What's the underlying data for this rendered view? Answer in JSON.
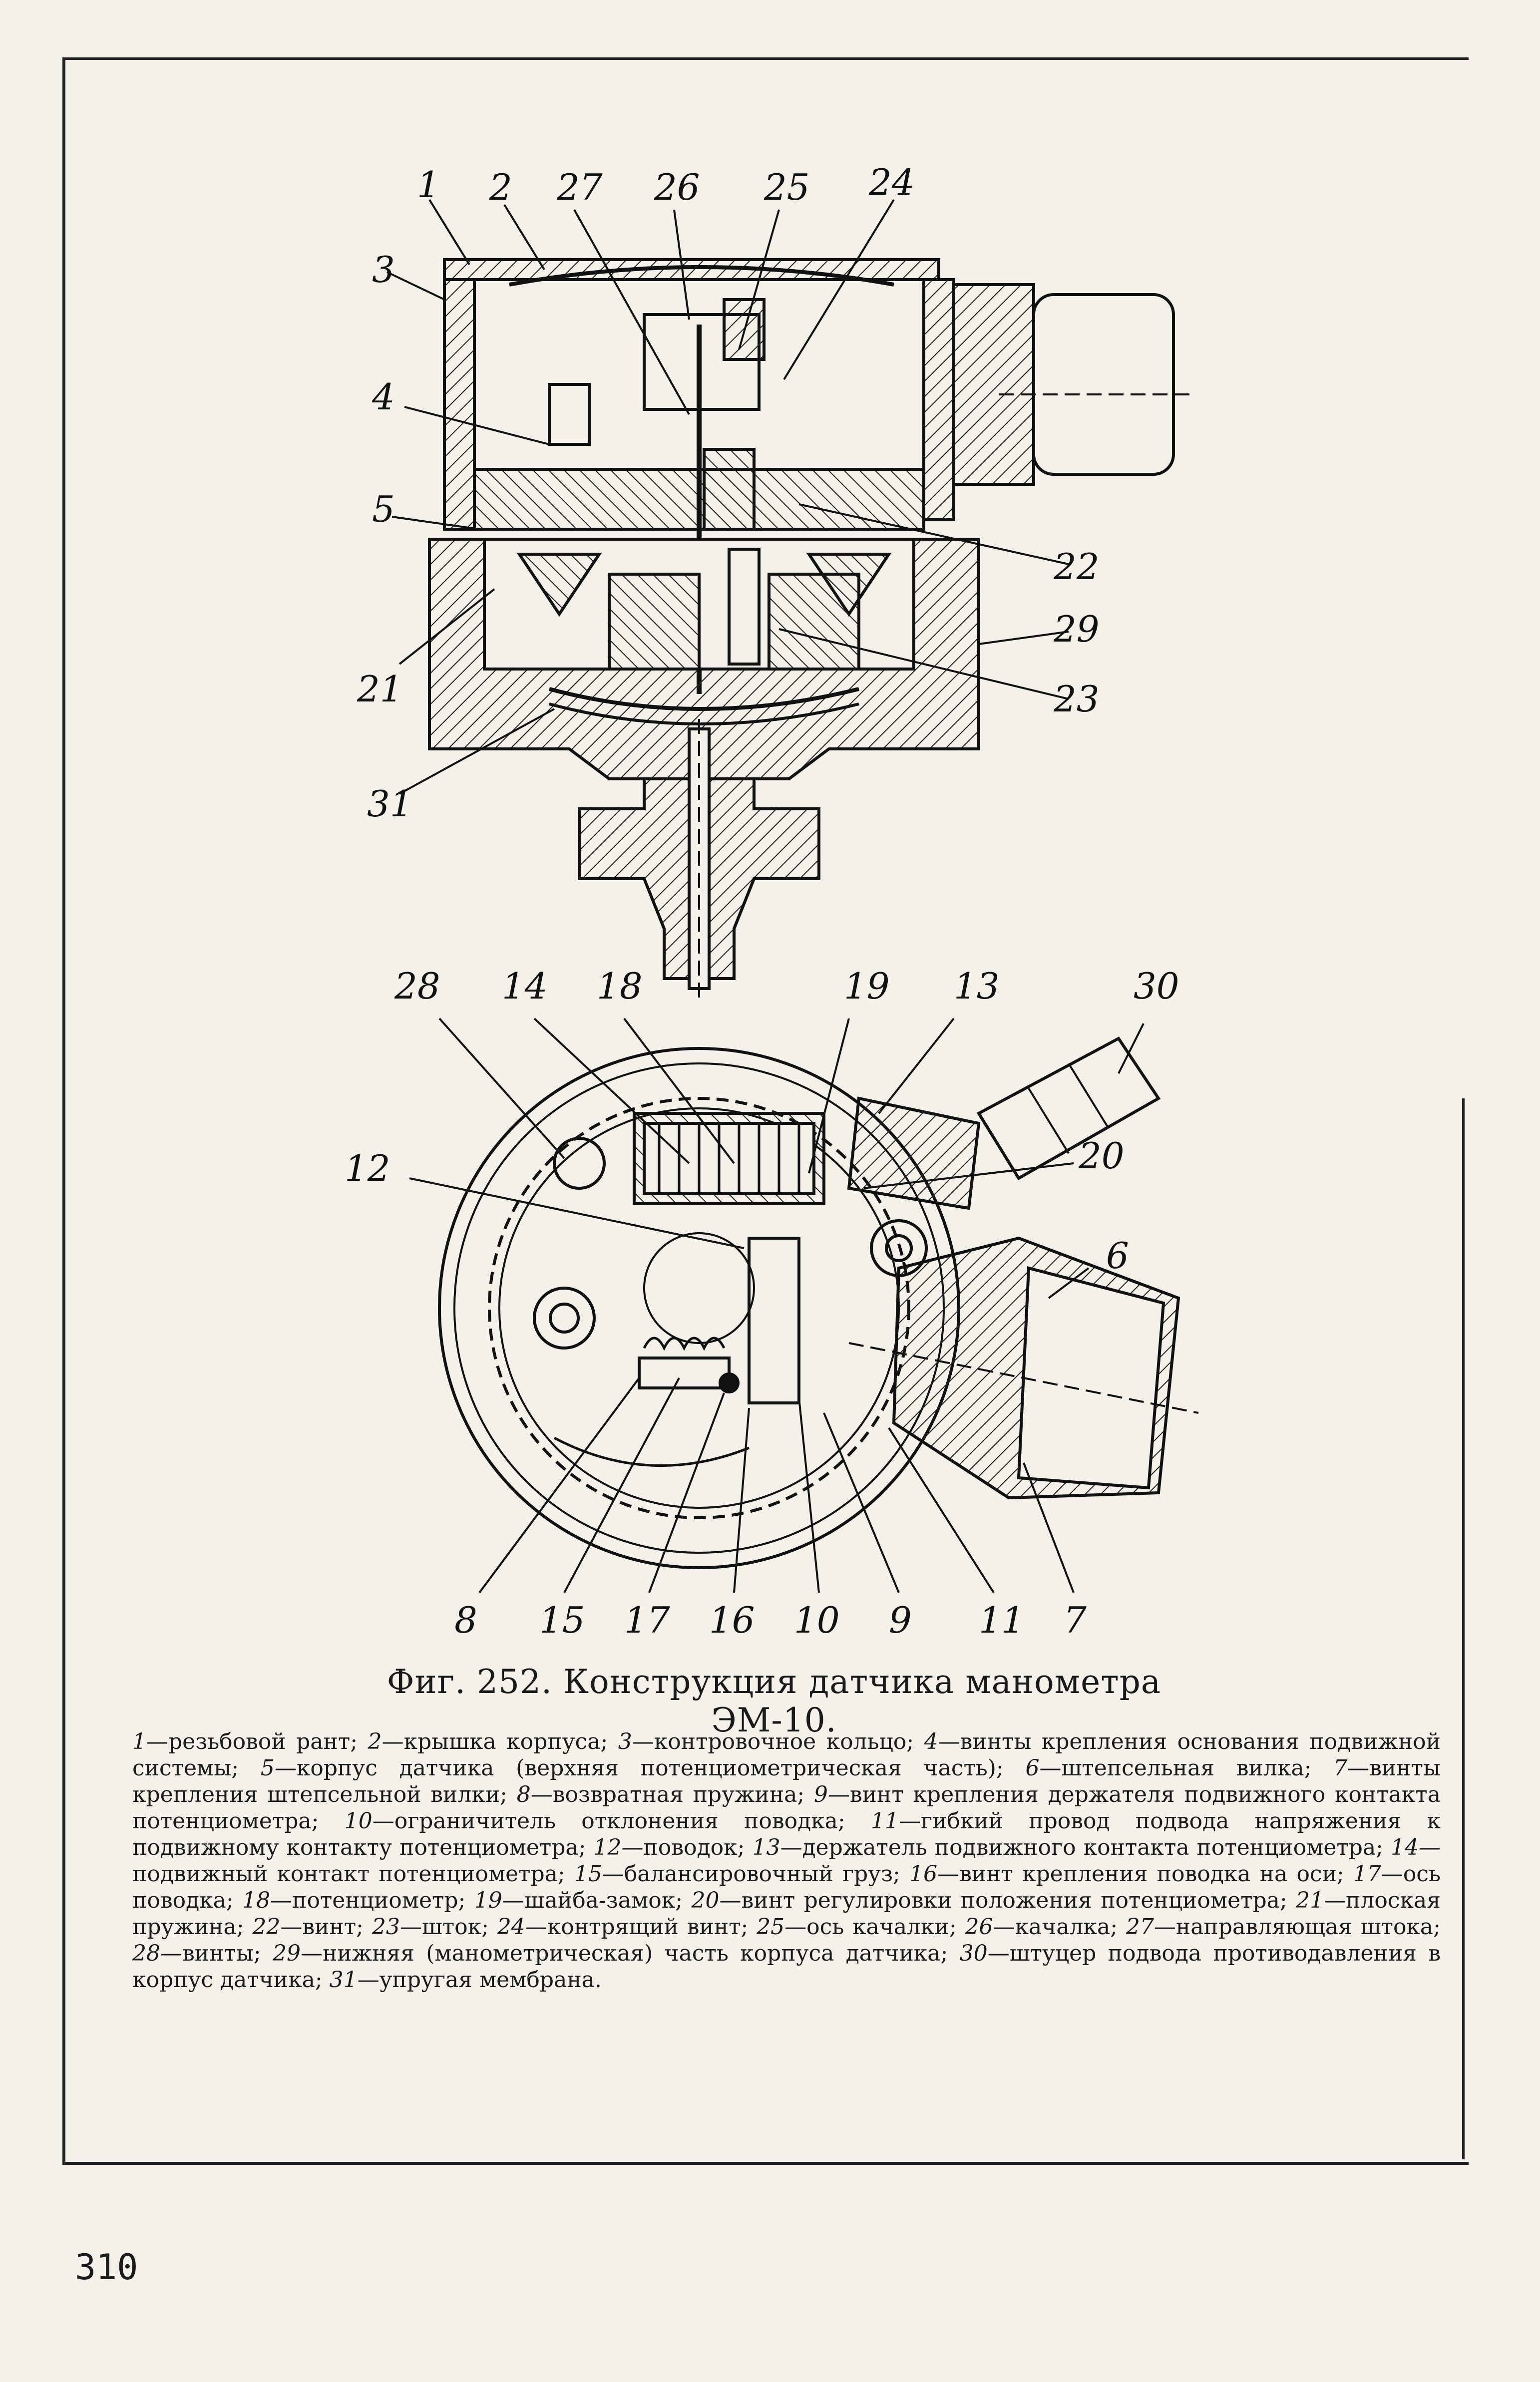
{
  "figure": {
    "caption": "Фиг. 252. Конструкция датчика манометра ЭМ-10.",
    "top_view_labels": [
      "1",
      "2",
      "27",
      "26",
      "25",
      "24",
      "3",
      "4",
      "5",
      "22",
      "29",
      "21",
      "23",
      "31"
    ],
    "bottom_view_labels": [
      "28",
      "14",
      "18",
      "19",
      "13",
      "30",
      "12",
      "20",
      "6",
      "8",
      "15",
      "17",
      "16",
      "10",
      "9",
      "11",
      "7"
    ]
  },
  "legend": [
    {
      "n": "1",
      "text": "резьбовой рант;"
    },
    {
      "n": "2",
      "text": "крышка корпуса;"
    },
    {
      "n": "3",
      "text": "контровочное кольцо;"
    },
    {
      "n": "4",
      "text": "винты крепления основания подвижной системы;"
    },
    {
      "n": "5",
      "text": "корпус датчика (верхняя потенциометрическая часть);"
    },
    {
      "n": "6",
      "text": "штепсельная вилка;"
    },
    {
      "n": "7",
      "text": "винты крепления штепсельной вилки;"
    },
    {
      "n": "8",
      "text": "возвратная пружина;"
    },
    {
      "n": "9",
      "text": "винт крепления держателя подвижного контакта потенциометра;"
    },
    {
      "n": "10",
      "text": "ограничитель отклонения поводка;"
    },
    {
      "n": "11",
      "text": "гибкий провод подвода напряжения к подвижному контакту потенциометра;"
    },
    {
      "n": "12",
      "text": "поводок;"
    },
    {
      "n": "13",
      "text": "держатель подвижного контакта потенциометра;"
    },
    {
      "n": "14",
      "text": "подвижный контакт потенциометра;"
    },
    {
      "n": "15",
      "text": "балансировочный груз;"
    },
    {
      "n": "16",
      "text": "винт крепления поводка на оси;"
    },
    {
      "n": "17",
      "text": "ось поводка;"
    },
    {
      "n": "18",
      "text": "потенциометр;"
    },
    {
      "n": "19",
      "text": "шайба-замок;"
    },
    {
      "n": "20",
      "text": "винт регулировки положения потенциометра;"
    },
    {
      "n": "21",
      "text": "плоская пружина;"
    },
    {
      "n": "22",
      "text": "винт;"
    },
    {
      "n": "23",
      "text": "шток;"
    },
    {
      "n": "24",
      "text": "контрящий винт;"
    },
    {
      "n": "25",
      "text": "ось качалки;"
    },
    {
      "n": "26",
      "text": "качалка;"
    },
    {
      "n": "27",
      "text": "направляющая штока;"
    },
    {
      "n": "28",
      "text": "винты;"
    },
    {
      "n": "29",
      "text": "нижняя (манометрическая) часть корпуса датчика;"
    },
    {
      "n": "30",
      "text": "штуцер подвода противодавления в корпус датчика;"
    },
    {
      "n": "31",
      "text": "упругая мембрана."
    }
  ],
  "page_number": "310"
}
